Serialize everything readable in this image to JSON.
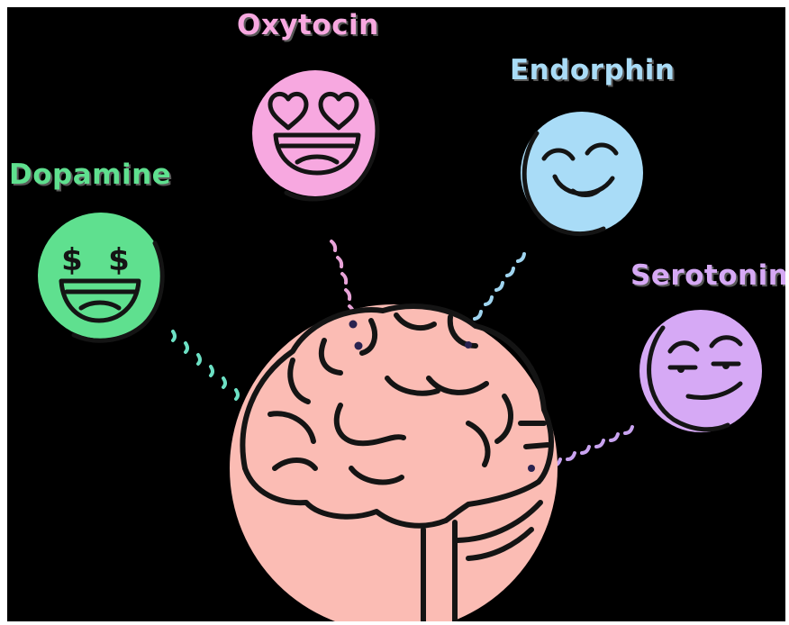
{
  "hormones": {
    "oxytocin": {
      "label": "Oxytocin",
      "color": "#f7a8e0",
      "icon": "heart-eyes-face-icon"
    },
    "endorphin": {
      "label": "Endorphin",
      "color": "#a9dcf7",
      "icon": "content-smile-face-icon"
    },
    "dopamine": {
      "label": "Dopamine",
      "color": "#5fe08f",
      "icon": "money-eyes-face-icon"
    },
    "serotonin": {
      "label": "Serotonin",
      "color": "#d6a9f5",
      "icon": "smirk-face-icon"
    }
  },
  "brain": {
    "color": "#fbbcb4",
    "icon": "brain-icon"
  },
  "background_color": "#000000"
}
